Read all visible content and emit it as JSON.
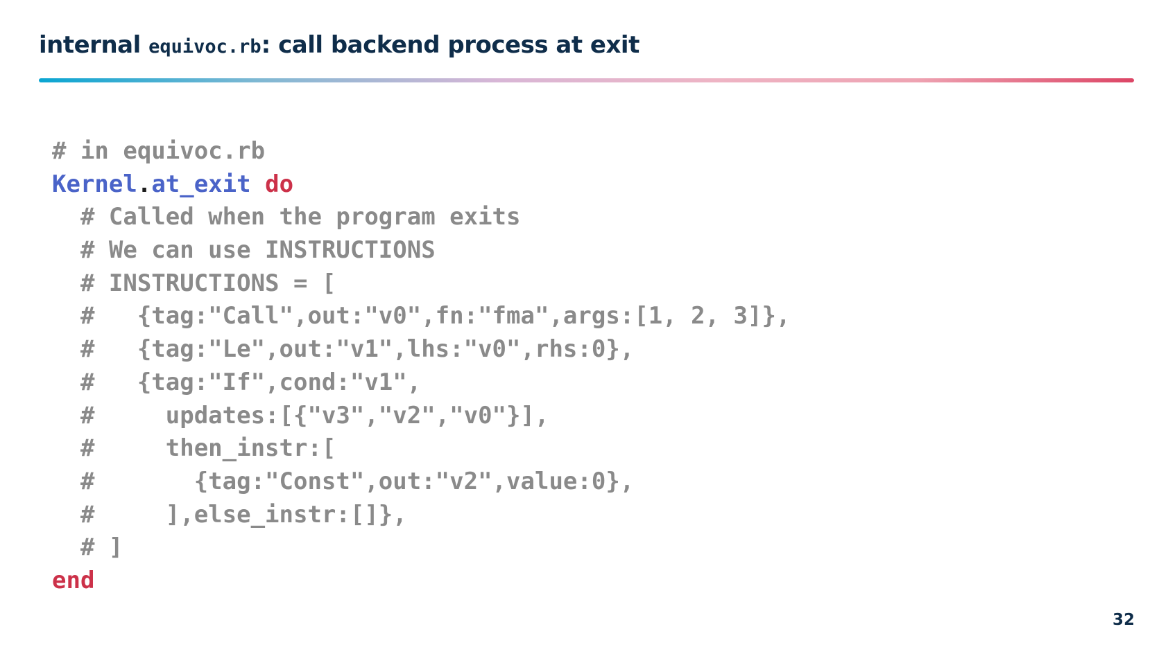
{
  "title": {
    "prefix": "internal ",
    "code": "equivoc.rb",
    "suffix": ": call backend process at exit"
  },
  "code": {
    "file_comment": "# in equivoc.rb",
    "const": "Kernel",
    "dot": ".",
    "method": "at_exit",
    "do_keyword": "do",
    "comment_lines": [
      "  # Called when the program exits",
      "  # We can use INSTRUCTIONS",
      "  # INSTRUCTIONS = [",
      "  #   {tag:\"Call\",out:\"v0\",fn:\"fma\",args:[1, 2, 3]},",
      "  #   {tag:\"Le\",out:\"v1\",lhs:\"v0\",rhs:0},",
      "  #   {tag:\"If\",cond:\"v1\",",
      "  #     updates:[{\"v3\",\"v2\",\"v0\"}],",
      "  #     then_instr:[",
      "  #       {tag:\"Const\",out:\"v2\",value:0},",
      "  #     ],else_instr:[]},",
      "  # ]"
    ],
    "end_keyword": "end"
  },
  "page_number": "32",
  "colors": {
    "title": "#0f2d4a",
    "comment": "#8a8a8a",
    "constant": "#4a63c8",
    "keyword": "#cc3149",
    "rule_start": "#0aa5d2",
    "rule_end": "#dc4565"
  }
}
